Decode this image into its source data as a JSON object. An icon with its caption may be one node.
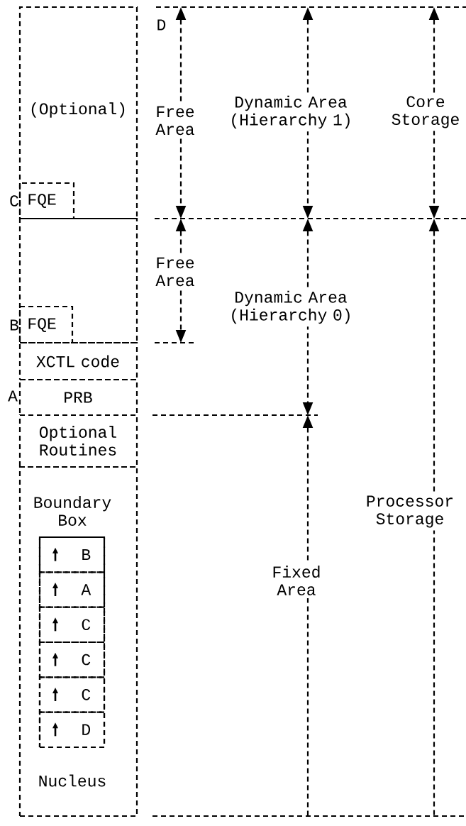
{
  "diagram": {
    "nodes": [
      {
        "text": [
          "(Optional)"
        ],
        "beside": [
          "D"
        ]
      },
      {
        "text": [
          "FQE"
        ],
        "in": 0,
        "beside": [
          "C"
        ]
      },
      {
        "text": [],
        "shape": "box"
      },
      {
        "text": [
          "FQE"
        ],
        "in": 2,
        "beside": [
          "B"
        ]
      },
      {
        "text": [
          "XCTL code"
        ]
      },
      {
        "text": [
          "PRB"
        ],
        "beside": [
          "A"
        ]
      },
      {
        "text": [
          "Optional Routines"
        ]
      },
      {
        "text": [
          "Nucleus"
        ]
      },
      {
        "text": [
          "Boundary Box"
        ],
        "in": 7
      },
      {
        "text": [
          "B"
        ],
        "in": 8
      },
      {
        "text": [
          "A"
        ],
        "in": 8
      },
      {
        "text": [
          "C"
        ],
        "in": 8
      },
      {
        "text": [
          "C"
        ],
        "in": 8
      },
      {
        "text": [
          "C"
        ],
        "in": 8
      },
      {
        "text": [
          "D"
        ],
        "in": 8
      }
    ],
    "labels": [
      "Free Area",
      "Dynamic Area (Hierarchy 1)",
      "Core Storage",
      "Free Area",
      "Dynamic Area (Hierarchy 0)",
      "Fixed Area",
      "Processor Storage"
    ]
  }
}
